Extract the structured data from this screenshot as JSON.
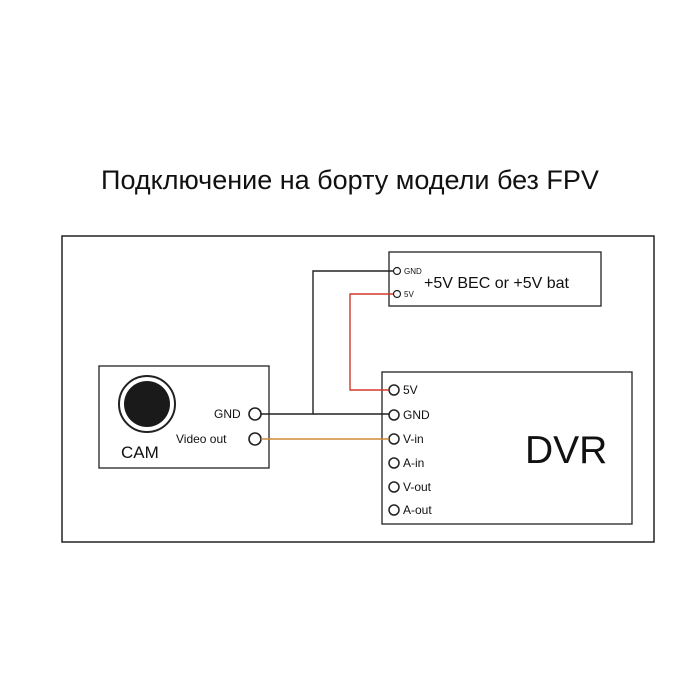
{
  "title": "Подключение на борту модели без FPV",
  "power": {
    "gnd_label": "GND",
    "v5_label": "5V",
    "desc": "+5V BEC or +5V bat"
  },
  "cam": {
    "name": "CAM",
    "gnd_label": "GND",
    "video_label": "Video out"
  },
  "dvr": {
    "name": "DVR",
    "pins": [
      "5V",
      "GND",
      "V-in",
      "A-in",
      "V-out",
      "A-out"
    ]
  },
  "colors": {
    "wire_black": "#222222",
    "wire_red": "#d23a2a",
    "wire_orange": "#d08a3a"
  }
}
